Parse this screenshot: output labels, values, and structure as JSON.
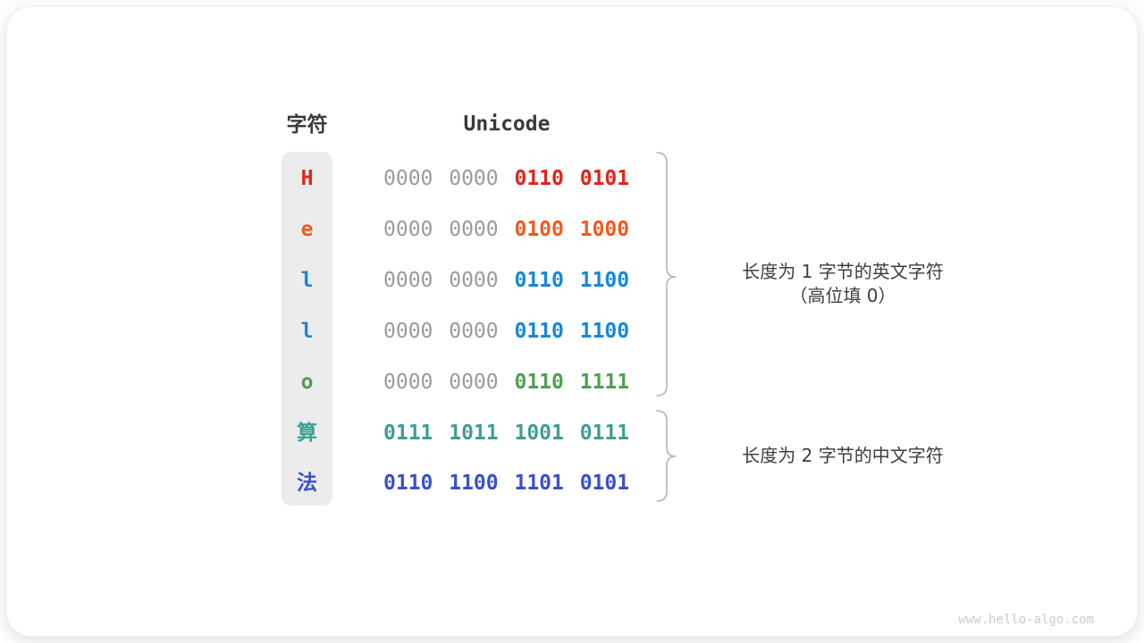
{
  "header": {
    "char_col": "字符",
    "unicode_col": "Unicode"
  },
  "rows": [
    {
      "char": "H",
      "gray": "0000 0000 ",
      "bits": "0110 0101",
      "color": "#e0241c"
    },
    {
      "char": "e",
      "gray": "0000 0000 ",
      "bits": "0100 1000",
      "color": "#f15a22"
    },
    {
      "char": "l",
      "gray": "0000 0000 ",
      "bits": "0110 1100",
      "color": "#1787d9"
    },
    {
      "char": "l",
      "gray": "0000 0000 ",
      "bits": "0110 1100",
      "color": "#1787d9"
    },
    {
      "char": "o",
      "gray": "0000 0000 ",
      "bits": "0110 1111",
      "color": "#4ea052"
    },
    {
      "char": "算",
      "gray": "",
      "bits": "0111 1011 1001 0111",
      "color": "#3f9e94"
    },
    {
      "char": "法",
      "gray": "",
      "bits": "0110 1100 1101 0101",
      "color": "#3a50c9"
    }
  ],
  "annotations": [
    {
      "line1": "长度为 1 字节的英文字符",
      "line2": "（高位填 0）"
    },
    {
      "line1": "长度为 2 字节的中文字符",
      "line2": ""
    }
  ],
  "watermark": "www.hello-algo.com",
  "colors": {
    "gray_bits": "#9b9b9b",
    "heading_text": "#3a3a3a",
    "annotation_text": "#3d3d3d",
    "brace": "#b5b5b5",
    "char_strip_bg": "#ececec",
    "card_bg": "#ffffff"
  }
}
